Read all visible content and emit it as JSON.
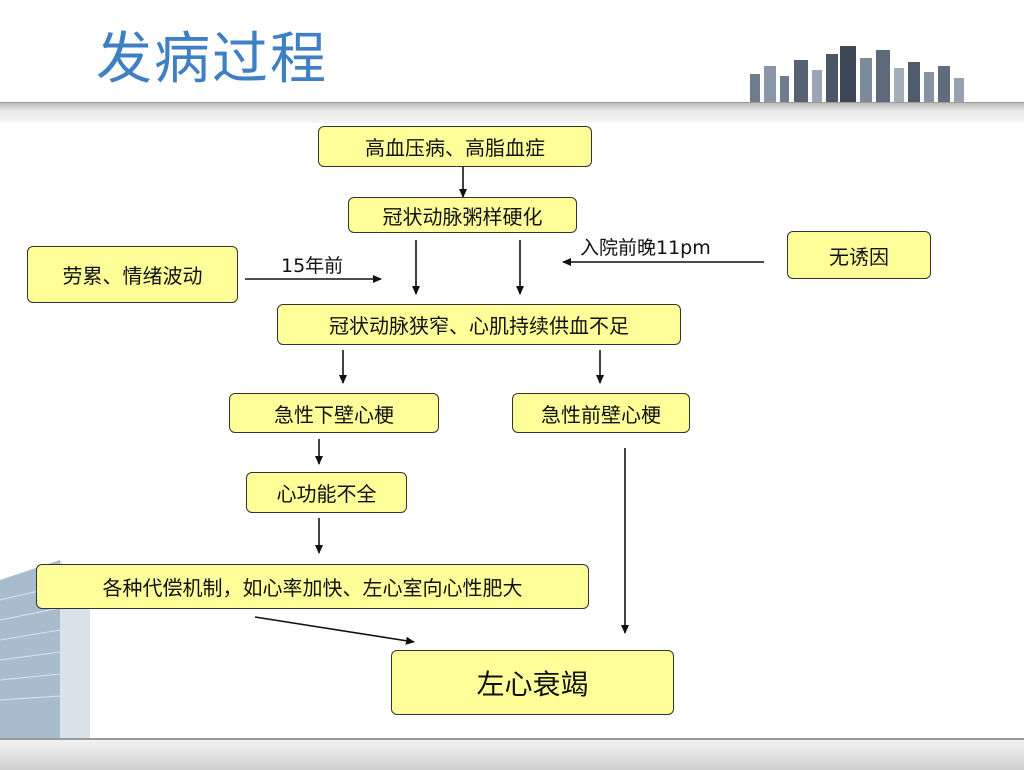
{
  "slide": {
    "title": "发病过程"
  },
  "diagram": {
    "nodes": {
      "hypertension": "高血压病、高脂血症",
      "atherosclerosis": "冠状动脉粥样硬化",
      "fatigue": "劳累、情绪波动",
      "no_trigger": "无诱因",
      "stenosis": "冠状动脉狭窄、心肌持续供血不足",
      "inferior_mi": "急性下壁心梗",
      "anterior_mi": "急性前壁心梗",
      "cardiac_insufficiency": "心功能不全",
      "compensation": "各种代偿机制，如心率加快、左心室向心性肥大",
      "left_heart_failure": "左心衰竭"
    },
    "labels": {
      "years_ago": "15年前",
      "night_before_admission": "入院前晚11pm"
    }
  }
}
